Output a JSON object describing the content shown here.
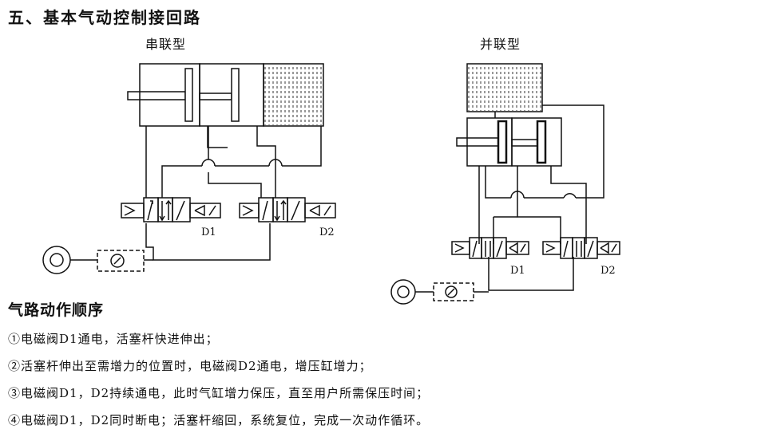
{
  "header": {
    "title": "五、基本气动控制接回路"
  },
  "series": {
    "title": "串联型",
    "d1_label": "D1",
    "d2_label": "D2"
  },
  "parallel": {
    "title": "并联型",
    "d1_label": "D1",
    "d2_label": "D2"
  },
  "sequence": {
    "title": "气路动作顺序",
    "steps": [
      "①电磁阀D1通电，活塞杆快进伸出；",
      "②活塞杆伸出至需增力的位置时，电磁阀D2通电，增压缸增力；",
      "③电磁阀D1，D2持续通电，此时气缸增力保压，直至用户所需保压时间；",
      "④电磁阀D1，D2同时断电；活塞杆缩回，系统复位，完成一次动作循环。"
    ]
  }
}
